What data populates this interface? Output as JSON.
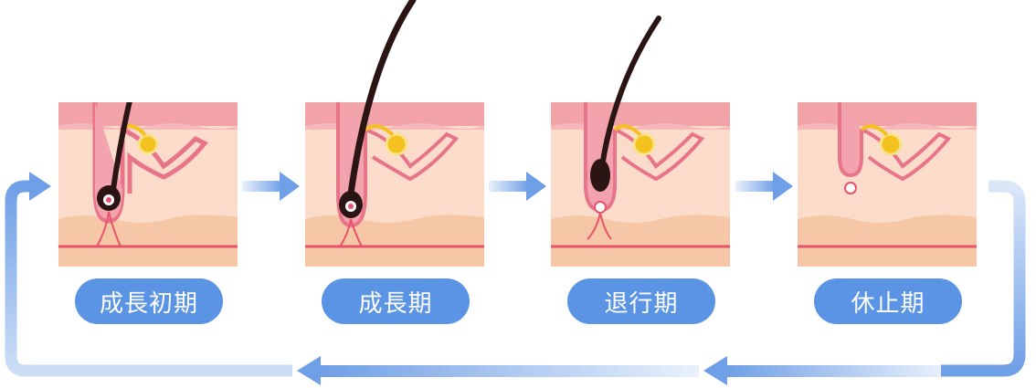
{
  "stages": [
    {
      "label": "成長初期"
    },
    {
      "label": "成長期"
    },
    {
      "label": "退行期"
    },
    {
      "label": "休止期"
    }
  ],
  "colors": {
    "arrow": "#6f9fe6",
    "label_bg": "#5b94e4",
    "skin_top": "#f2a3a8",
    "skin_mid": "#fbd9c8",
    "fat": "#f5c4a3",
    "hair": "#2a1414",
    "sebaceous": "#f4c21e",
    "follicle": "#e8748a"
  }
}
